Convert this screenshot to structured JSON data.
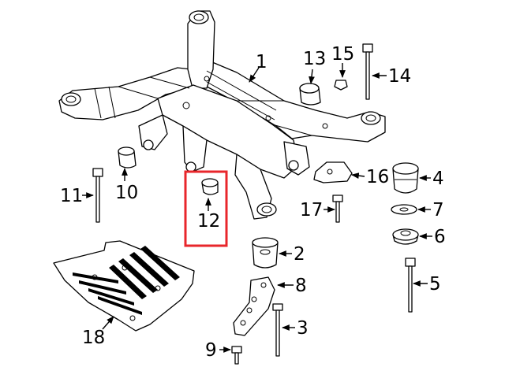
{
  "callouts": [
    {
      "id": "1",
      "label": "1"
    },
    {
      "id": "2",
      "label": "2"
    },
    {
      "id": "3",
      "label": "3"
    },
    {
      "id": "4",
      "label": "4"
    },
    {
      "id": "5",
      "label": "5"
    },
    {
      "id": "6",
      "label": "6"
    },
    {
      "id": "7",
      "label": "7"
    },
    {
      "id": "8",
      "label": "8"
    },
    {
      "id": "9",
      "label": "9"
    },
    {
      "id": "10",
      "label": "10"
    },
    {
      "id": "11",
      "label": "11"
    },
    {
      "id": "12",
      "label": "12"
    },
    {
      "id": "13",
      "label": "13"
    },
    {
      "id": "14",
      "label": "14"
    },
    {
      "id": "15",
      "label": "15"
    },
    {
      "id": "16",
      "label": "16"
    },
    {
      "id": "17",
      "label": "17"
    },
    {
      "id": "18",
      "label": "18"
    }
  ],
  "highlighted_callout": "12",
  "colors": {
    "highlight": "#e8262b",
    "line": "#000000",
    "background": "#ffffff"
  }
}
